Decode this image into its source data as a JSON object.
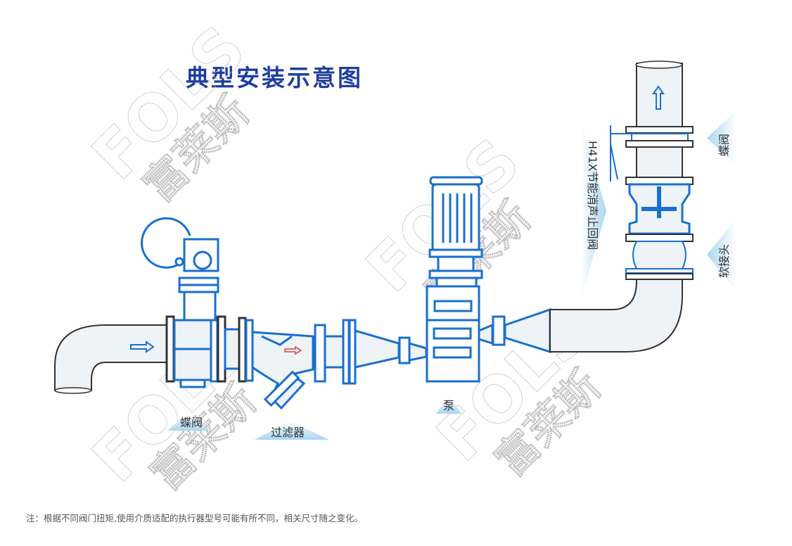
{
  "title": "典型安装示意图",
  "labels": {
    "butterfly_valve_inlet": "蝶阀",
    "strainer": "过滤器",
    "pump": "泵",
    "check_valve": "H41X节能消声止回阀",
    "butterfly_valve_outlet": "蝶阀",
    "flexible_joint": "软接头"
  },
  "note": "注：根据不同阀门扭矩,使用介质适配的执行器型号可能有所不同，相关尺寸随之变化。",
  "watermark": {
    "brand": "FOLS",
    "cn": "富莱斯"
  },
  "colors": {
    "line": "#1a6fd0",
    "pipe_fill": "#eef3f8",
    "title": "#1e3f9e",
    "label_bg": "#a9d6f0",
    "arrow_red": "#e04040"
  }
}
